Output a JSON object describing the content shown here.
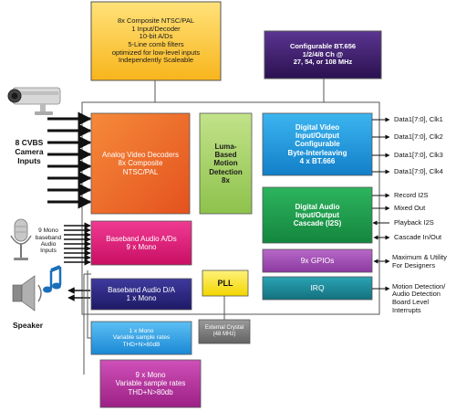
{
  "top_box": {
    "lines": [
      "8x Composite NTSC/PAL",
      "1 Input/Decoder",
      "10-bit A/Ds",
      "5-Line comb filters",
      "optimized for low-level inputs",
      "Independently Scaleable"
    ],
    "color": "#FFC928"
  },
  "bt656_box": {
    "lines": [
      "Configurable BT.656",
      "1/2/4/8 Ch @",
      "27, 54, or 108 MHz"
    ],
    "color": "#3E1B6E"
  },
  "camera": {
    "lines": [
      "8 CVBS",
      "Camera",
      "Inputs"
    ]
  },
  "analog_decoders": {
    "lines": [
      "Analog Video Decoders",
      "8x Composite",
      "NTSC/PAL"
    ],
    "color": "#EE6A2A"
  },
  "motion_detection": {
    "lines": [
      "Luma-",
      "Based",
      "Motion",
      "Detection",
      "8x"
    ],
    "color": "#A8D26A"
  },
  "digital_video": {
    "lines": [
      "Digital Video",
      "Input/Output",
      "Configurable",
      "Byte-Interleaving",
      "4 x BT.666"
    ],
    "color": "#1E9BE0"
  },
  "video_outputs": [
    "Data1[7:0], Clk1",
    "Data1[7:0], Clk2",
    "Data1[7:0], Clk3",
    "Data1[7:0], Clk4"
  ],
  "digital_audio": {
    "lines": [
      "Digital Audio",
      "Input/Output",
      "Cascade (I2S)"
    ],
    "color": "#1E9F4E"
  },
  "audio_signals": [
    "Record I2S",
    "Mixed Out",
    "Playback I2S",
    "Cascade In/Out"
  ],
  "gpio": {
    "label": "9x GPIOs",
    "color": "#A050B4",
    "note_lines": [
      "Maximum & Utility",
      "For Designers"
    ]
  },
  "irq": {
    "label": "IRQ",
    "color": "#1C8C9C",
    "note_lines": [
      "Motion Detection/",
      "Audio Detection",
      "Board Level",
      "Interrupts"
    ]
  },
  "mic": {
    "lines": [
      "9 Mono",
      "baseband",
      "Audio",
      "Inputs"
    ]
  },
  "baseband_ad": {
    "lines": [
      "Baseband Audio A/Ds",
      "9 x Mono"
    ],
    "color": "#E0187A"
  },
  "baseband_da": {
    "lines": [
      "Baseband Audio D/A",
      "1 x Mono"
    ],
    "color": "#2E2A86"
  },
  "pll": {
    "label": "PLL",
    "color": "#FFE500"
  },
  "speaker": {
    "label": "Speaker"
  },
  "mono_box": {
    "lines": [
      "1 x Mono",
      "Variable sample rates",
      "THD+N>80dB"
    ],
    "color": "#2EA0E6"
  },
  "crystal": {
    "lines": [
      "External Crystal",
      "(48 MHz)"
    ],
    "color": "#7C7C7C"
  },
  "nine_mono_box": {
    "lines": [
      "9 x Mono",
      "Variable sample rates",
      "THD+N>80db"
    ],
    "color": "#B8309C"
  }
}
